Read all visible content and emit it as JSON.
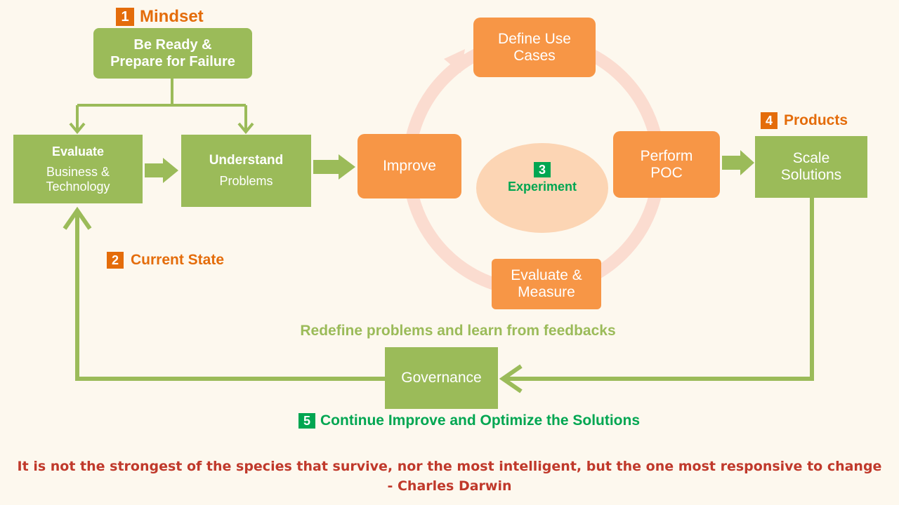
{
  "steps": {
    "mindset": {
      "num": "1",
      "label": "Mindset"
    },
    "current_state": {
      "num": "2",
      "label": "Current State"
    },
    "experiment": {
      "num": "3",
      "label": "Experiment"
    },
    "products": {
      "num": "4",
      "label": "Products"
    },
    "continue": {
      "num": "5",
      "label": "Continue Improve and Optimize the Solutions"
    }
  },
  "boxes": {
    "be_ready": {
      "line1": "Be Ready &",
      "line2": "Prepare for Failure"
    },
    "evaluate": {
      "title": "Evaluate",
      "line1": "Business &",
      "line2": "Technology"
    },
    "understand": {
      "title": "Understand",
      "line1": "Problems"
    },
    "improve": {
      "label": "Improve"
    },
    "define": {
      "line1": "Define Use",
      "line2": "Cases"
    },
    "perform": {
      "line1": "Perform",
      "line2": "POC"
    },
    "evaluate_measure": {
      "line1": "Evaluate &",
      "line2": "Measure"
    },
    "scale": {
      "line1": "Scale",
      "line2": "Solutions"
    },
    "governance": {
      "label": "Governance"
    }
  },
  "feedback_label": "Redefine problems and learn from feedbacks",
  "quote": {
    "line1": "It is not the strongest of the species that survive, nor the most intelligent, but the one most responsive to change",
    "line2": "- Charles Darwin"
  },
  "colors": {
    "green": "#9bbb59",
    "orange": "#f79646",
    "orange_label": "#e46c0a",
    "green_label": "#00a651",
    "cycle_ring": "#fbdcd0",
    "center_ellipse": "#fcd5b4",
    "quote_red": "#c0392b",
    "background": "#fdf8ee"
  }
}
